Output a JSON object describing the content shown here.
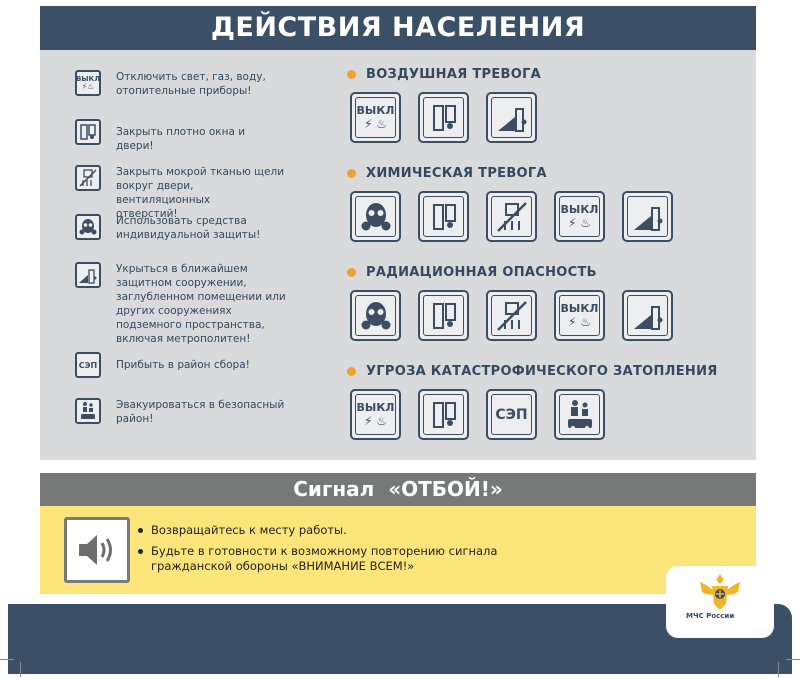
{
  "header": {
    "title": "ДЕЙСТВИЯ НАСЕЛЕНИЯ"
  },
  "side_list": [
    {
      "icon": "power-off-icon",
      "icon_label": "ВЫКЛ",
      "text": "Отключить свет, газ, воду,\nотопительные приборы!"
    },
    {
      "icon": "close-door-window-icon",
      "icon_label": "",
      "text": "Закрыть плотно окна и двери!"
    },
    {
      "icon": "seal-vents-icon",
      "icon_label": "",
      "text": "Закрыть мокрой тканью щели\nвокруг двери, вентиляционных\nотверстий!"
    },
    {
      "icon": "gas-mask-icon",
      "icon_label": "",
      "text": "Использовать средства\nиндивидуальной защиты!"
    },
    {
      "icon": "shelter-icon",
      "icon_label": "",
      "text": "Укрыться в ближайшем\nзащитном сооружении,\nзаглубленном помещении или\nдругих сооружениях\nподземного пространства,\nвключая метрополитен!"
    },
    {
      "icon": "sep-icon",
      "icon_label": "СЭП",
      "text": "Прибыть в район сбора!"
    },
    {
      "icon": "evacuate-icon",
      "icon_label": "",
      "text": "Эвакуироваться в безопасный\nрайон!"
    }
  ],
  "sections": [
    {
      "title": "ВОЗДУШНАЯ ТРЕВОГА",
      "icons": [
        "power-off-icon",
        "close-door-window-icon",
        "shelter-icon"
      ]
    },
    {
      "title": "ХИМИЧЕСКАЯ ТРЕВОГА",
      "icons": [
        "gas-mask-icon",
        "close-door-window-icon",
        "seal-vents-icon",
        "power-off-icon",
        "shelter-icon"
      ]
    },
    {
      "title": "РАДИАЦИОННАЯ ОПАСНОСТЬ",
      "icons": [
        "gas-mask-icon",
        "close-door-window-icon",
        "seal-vents-icon",
        "power-off-icon",
        "shelter-icon"
      ]
    },
    {
      "title": "УГРОЗА КАТАСТРОФИЧЕСКОГО ЗАТОПЛЕНИЯ",
      "icons": [
        "power-off-icon",
        "close-door-window-icon",
        "sep-icon",
        "evacuate-icon"
      ]
    }
  ],
  "labels": {
    "power": "ВЫКЛ",
    "sep": "СЭП"
  },
  "signal": {
    "title": "Сигнал  «ОТБОЙ!»",
    "icon": "speaker-icon",
    "bullets": [
      "Возвращайтесь к месту работы.",
      "Будьте в готовности к возможному повторению сигнала\nгражданской обороны «ВНИМАНИЕ ВСЕМ!»"
    ]
  },
  "footer": {
    "logo_text": "МЧС России",
    "logo_icon": "mchs-emblem-icon"
  },
  "colors": {
    "navy": "#3b4f66",
    "panel": "#d9dadb",
    "accent": "#f3a12d",
    "yellow": "#fce57a",
    "gray_bar": "#777878"
  }
}
